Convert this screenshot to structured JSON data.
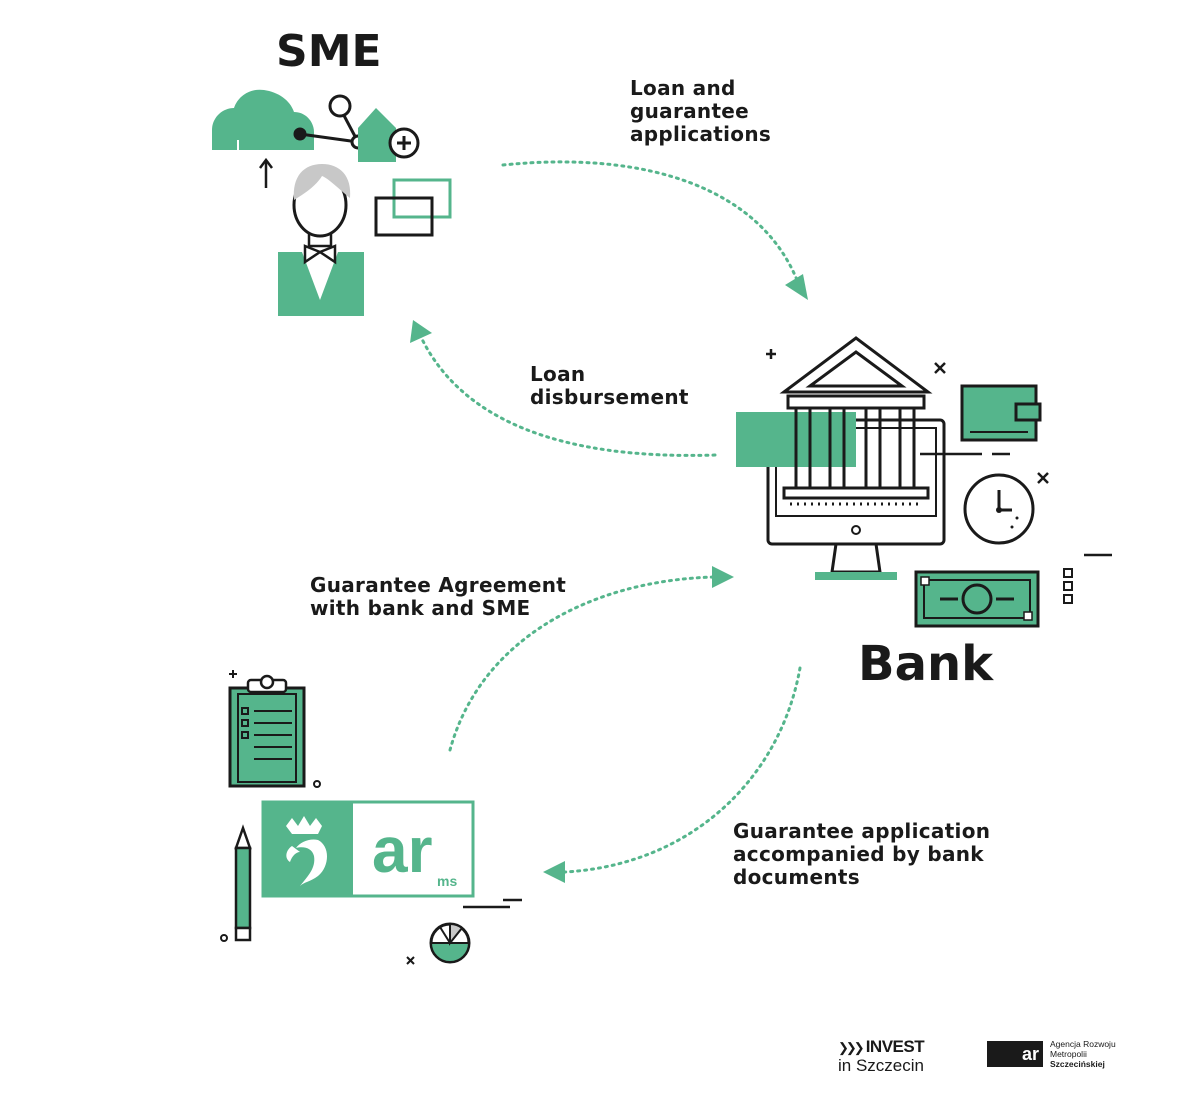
{
  "colors": {
    "accent": "#55b58c",
    "line": "#1a1a1a",
    "hair": "#c8c8c8"
  },
  "actors": {
    "sme": "SME",
    "bank": "Bank"
  },
  "flows": {
    "loan_applications": [
      "Loan and",
      "guarantee",
      "applications"
    ],
    "loan_disbursement": [
      "Loan",
      "disbursement"
    ],
    "guarantee_agreement": [
      "Guarantee Agreement",
      "with bank and SME"
    ],
    "guarantee_application": [
      "Guarantee application",
      "accompanied by bank",
      "documents"
    ]
  },
  "arms_logo": {
    "main": "ar",
    "sub": "ms"
  },
  "footer": {
    "invest_line1": "INVEST",
    "invest_line2": "in Szczecin",
    "arms_badge": "ar",
    "agency_lines": [
      "Agencja Rozwoju",
      "Metropolii",
      "Szczecińskiej"
    ]
  },
  "icons": [
    "cloud-icon",
    "network-icon",
    "person-icon",
    "bank-building-icon",
    "monitor-icon",
    "wallet-icon",
    "clock-icon",
    "banknote-icon",
    "clipboard-icon",
    "pencil-icon",
    "pie-chart-icon",
    "arms-seahorse-icon"
  ]
}
